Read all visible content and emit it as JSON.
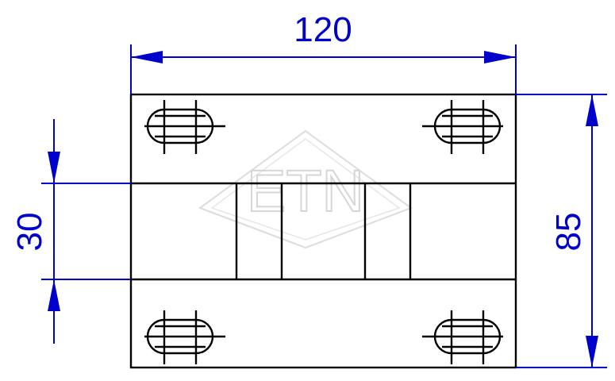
{
  "dimensions": {
    "width_label": "120",
    "slot_height_label": "30",
    "height_label": "85"
  },
  "watermark": {
    "text": "ETN"
  },
  "colors": {
    "dimension": "#0000cc",
    "part_outline": "#000000",
    "watermark": "#d6d6d6",
    "background": "#ffffff"
  }
}
